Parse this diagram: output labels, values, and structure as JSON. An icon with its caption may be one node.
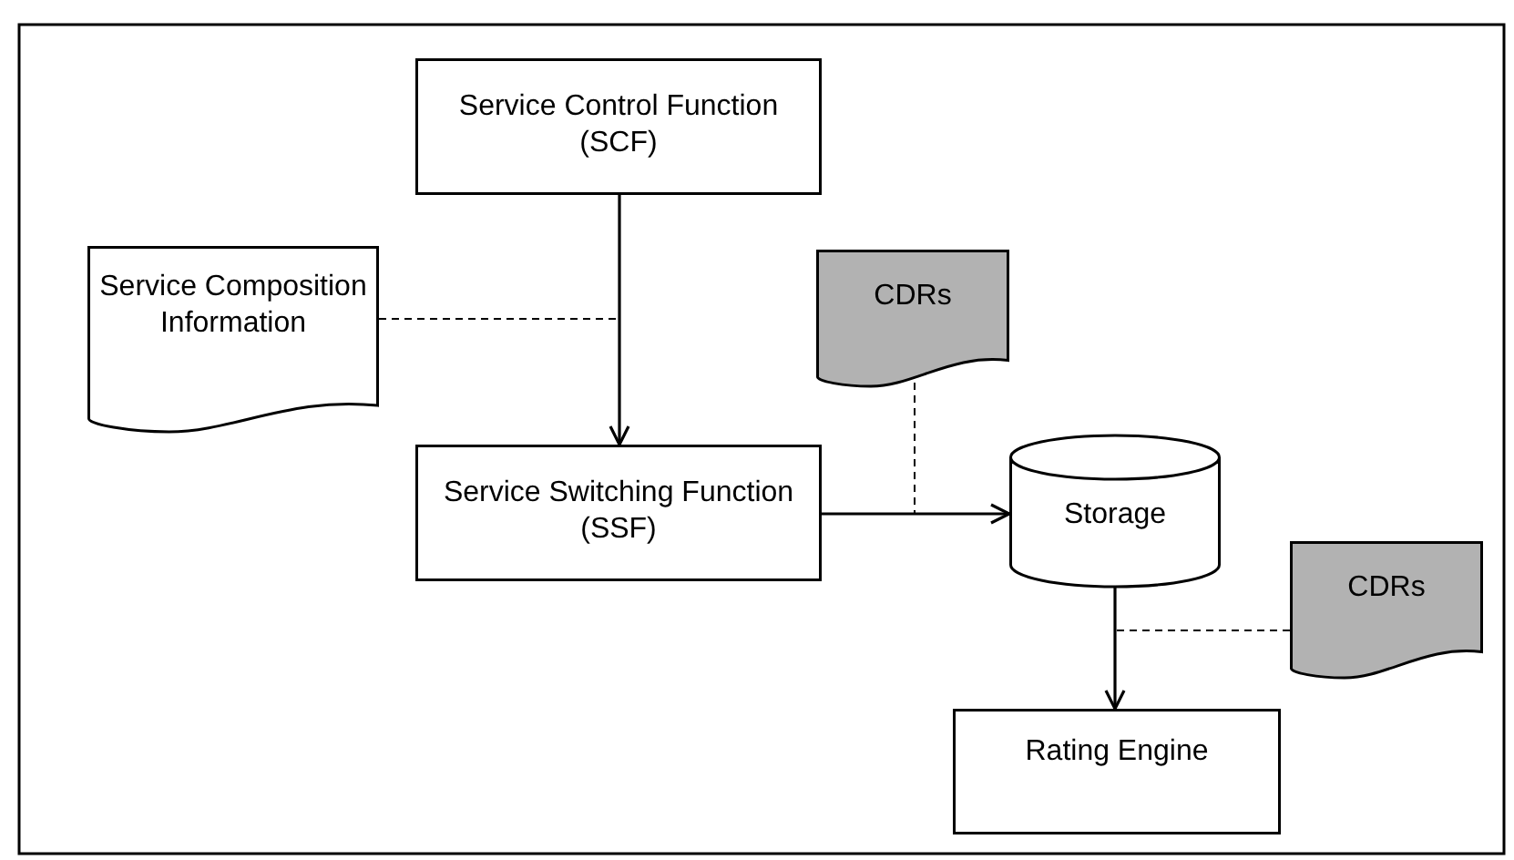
{
  "diagram": {
    "nodes": [
      {
        "text": [
          "Service Control Function (SCF)"
        ]
      },
      {
        "text": [
          "Service Composition Information"
        ]
      },
      {
        "text": [
          "Service Switching Function (SSF)"
        ]
      },
      {
        "text": [
          "CDRs"
        ]
      },
      {
        "text": [
          "Storage"
        ]
      },
      {
        "text": [
          "CDRs"
        ]
      },
      {
        "text": [
          "Rating Engine"
        ]
      }
    ],
    "edges": [
      {
        "from": 0,
        "to": 2,
        "arrow": "to"
      },
      {
        "from": 1,
        "to": null,
        "arrow": "none",
        "style": "dashed"
      },
      {
        "from": 2,
        "to": 4,
        "arrow": "to"
      },
      {
        "from": 3,
        "to": null,
        "arrow": "none",
        "style": "dashed"
      },
      {
        "from": 4,
        "to": 6,
        "arrow": "to"
      },
      {
        "from": 5,
        "to": null,
        "arrow": "none",
        "style": "dashed"
      }
    ]
  }
}
